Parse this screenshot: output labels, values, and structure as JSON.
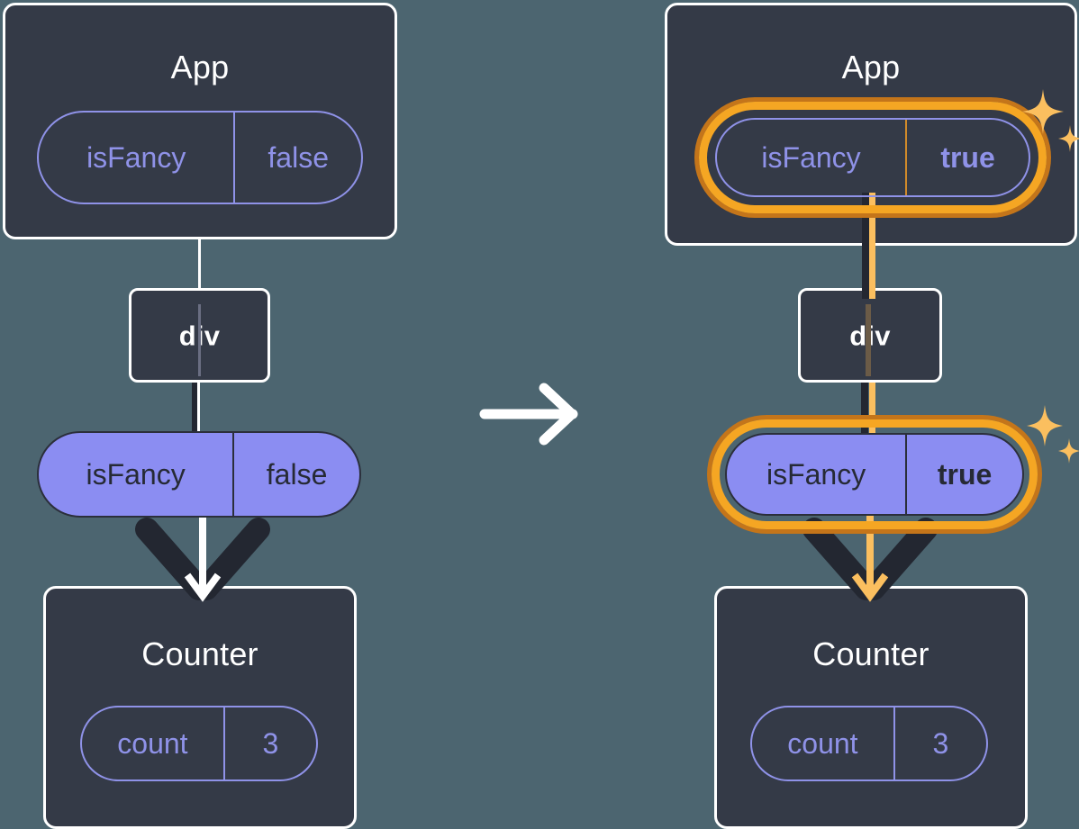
{
  "diagram": {
    "title": "React state update propagation diagram",
    "colors": {
      "background": "#4c6570",
      "box_fill": "#343a47",
      "box_border": "#ffffff",
      "pill_outline": "#8f92e8",
      "pill_filled": "#8b8df2",
      "pill_filled_text": "#262a35",
      "highlight_orange": "#f5a623",
      "highlight_orange_dark": "#c4751a",
      "sparkle": "#fbbf5f",
      "line_dark": "#232731",
      "line_light": "#ffffff",
      "line_orange": "#fbbf5f"
    },
    "transition_arrow": "arrow-right-icon"
  },
  "panels": [
    {
      "id": "before",
      "app": {
        "title": "App",
        "prop": {
          "key": "isFancy",
          "value": "false",
          "style": "outline",
          "highlighted": false,
          "bold_value": false
        }
      },
      "div": {
        "title": "div"
      },
      "prop_pill": {
        "key": "isFancy",
        "value": "false",
        "style": "filled",
        "highlighted": false,
        "bold_value": false
      },
      "counter": {
        "title": "Counter",
        "state": {
          "key": "count",
          "value": "3",
          "style": "outline",
          "highlighted": false,
          "bold_value": false
        }
      },
      "arrow_color": "#ffffff",
      "sparkles": false
    },
    {
      "id": "after",
      "app": {
        "title": "App",
        "prop": {
          "key": "isFancy",
          "value": "true",
          "style": "outline",
          "highlighted": true,
          "bold_value": true
        }
      },
      "div": {
        "title": "div"
      },
      "prop_pill": {
        "key": "isFancy",
        "value": "true",
        "style": "filled",
        "highlighted": true,
        "bold_value": true
      },
      "counter": {
        "title": "Counter",
        "state": {
          "key": "count",
          "value": "3",
          "style": "outline",
          "highlighted": false,
          "bold_value": false
        }
      },
      "arrow_color": "#fbbf5f",
      "sparkles": true
    }
  ]
}
